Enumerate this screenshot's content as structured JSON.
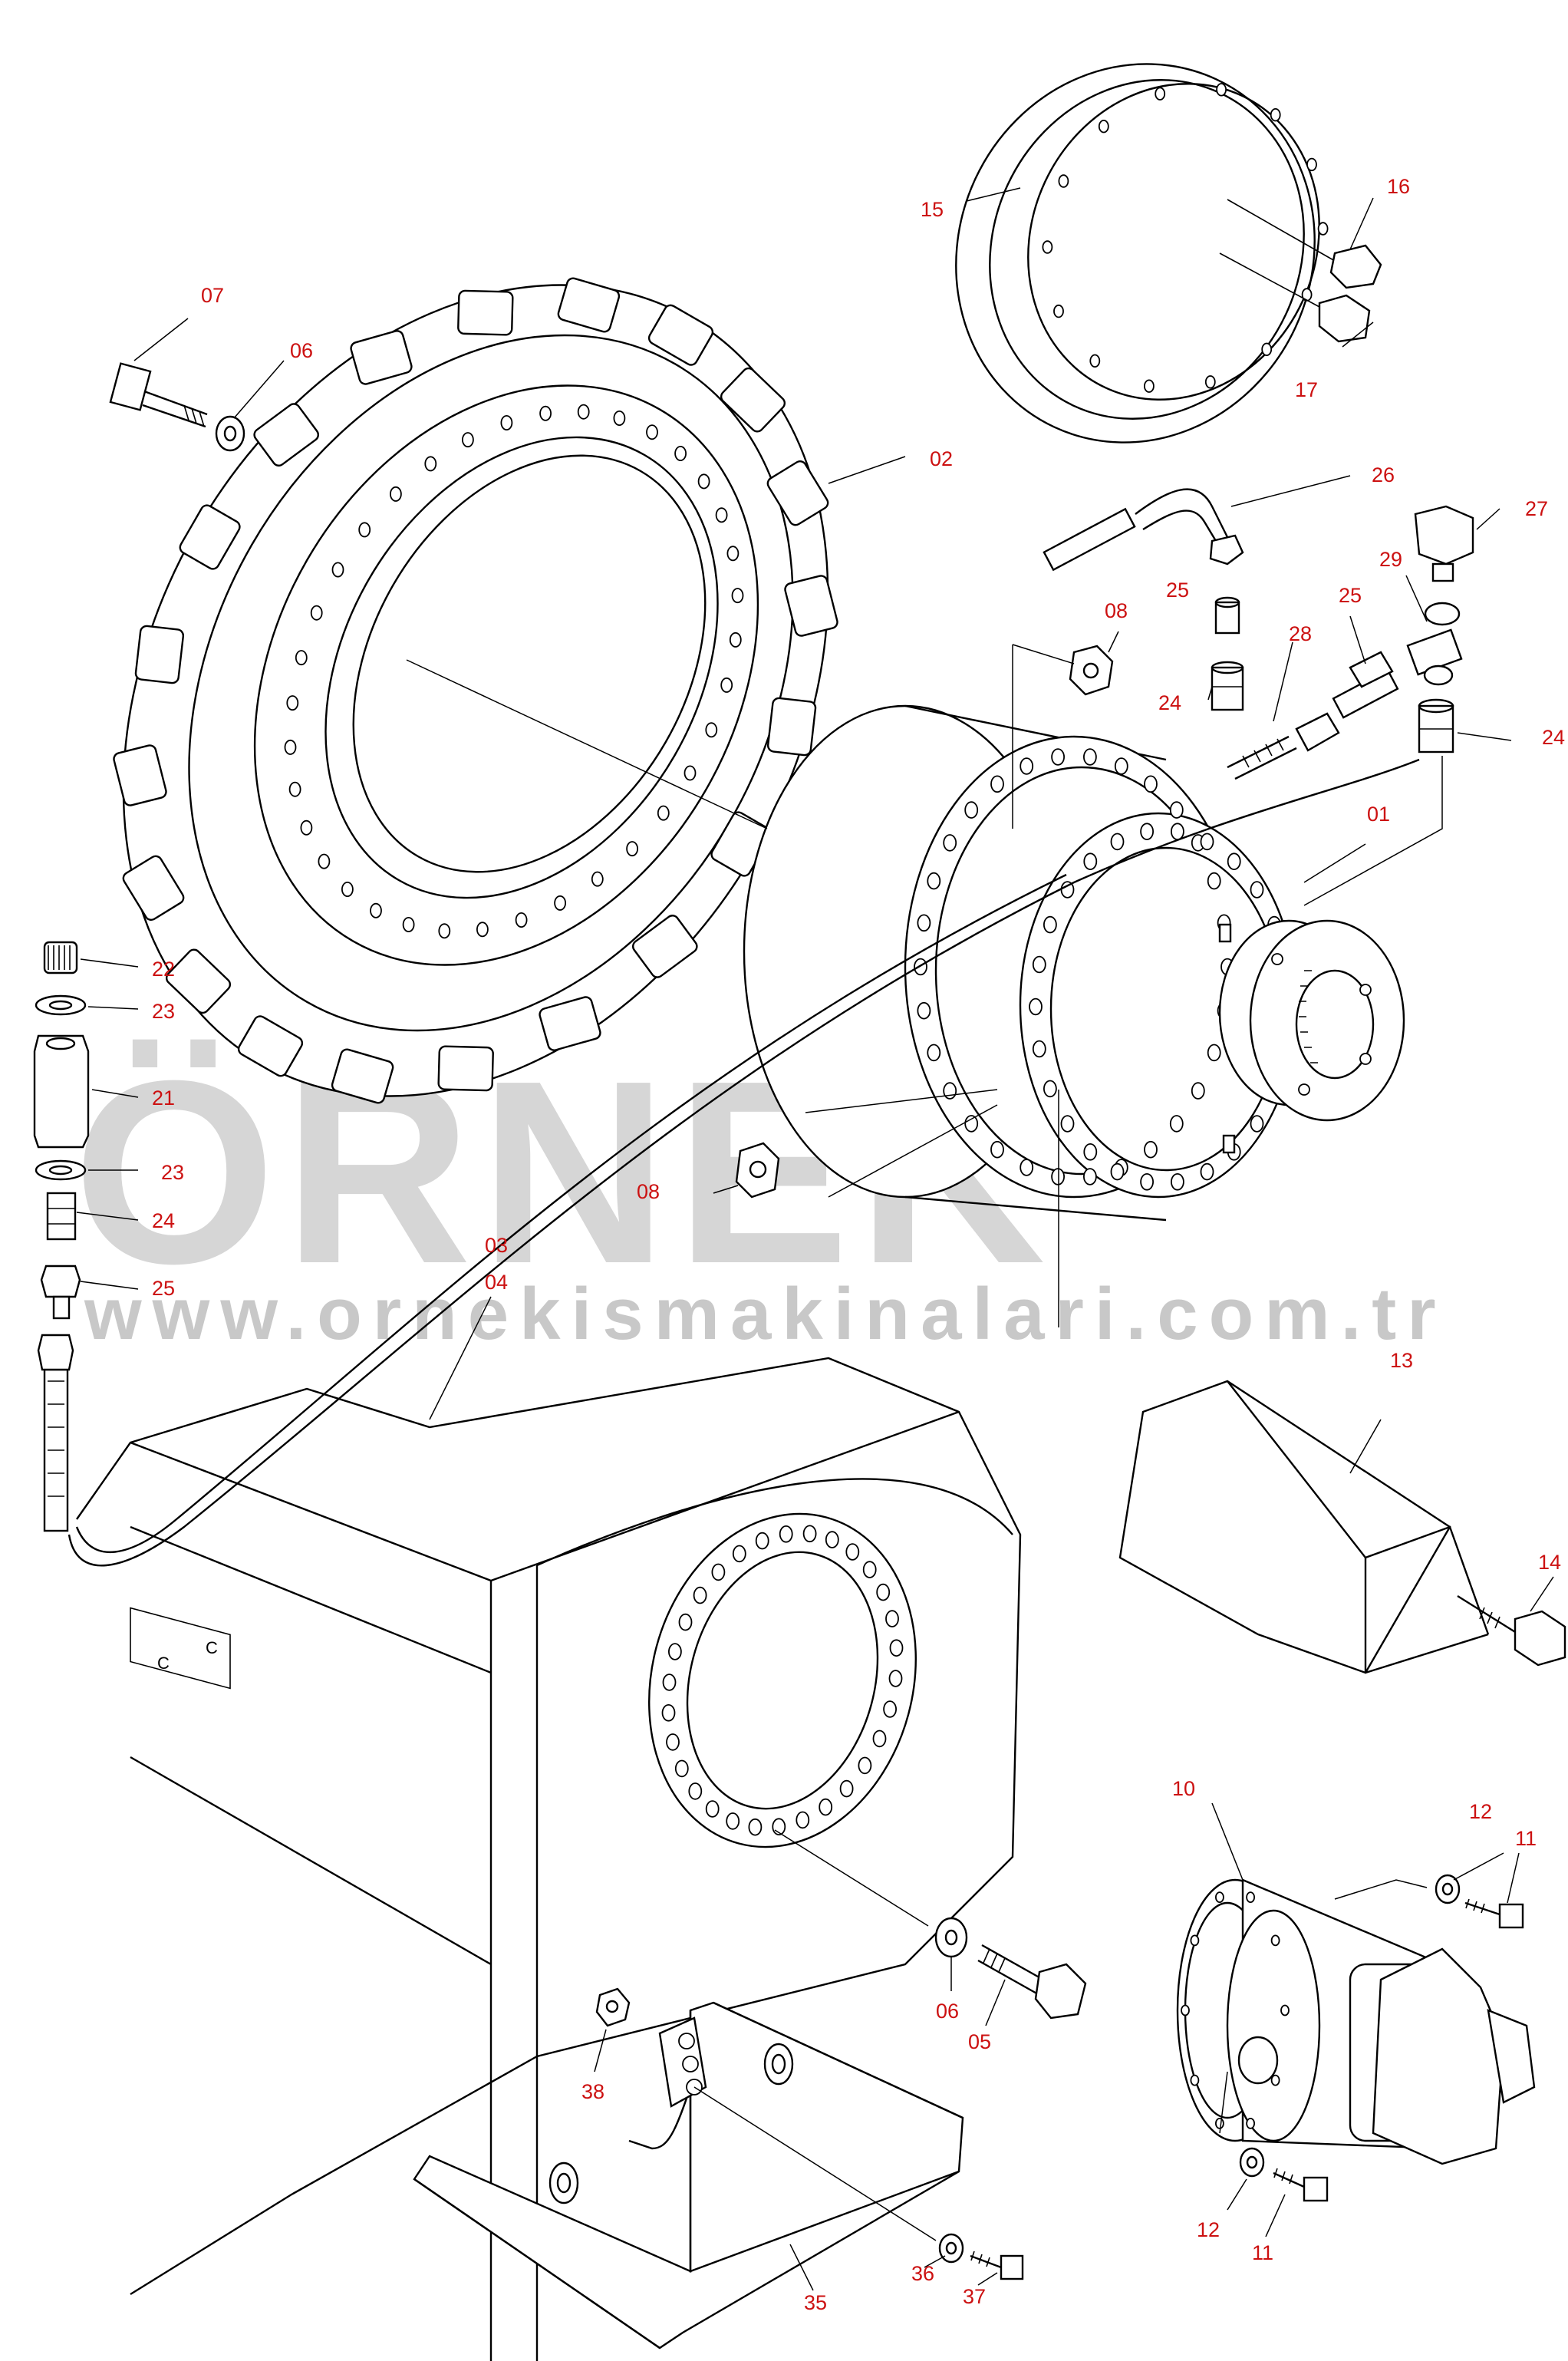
{
  "watermark": {
    "brand": "ÖRNEK",
    "url": "www.ornekismakinalari.com.tr",
    "accent_color": "#f5d77a",
    "text_color": "#d0d0d0"
  },
  "callout_color": "#cc1111",
  "callouts": [
    {
      "id": "01",
      "label": "01"
    },
    {
      "id": "02",
      "label": "02"
    },
    {
      "id": "03",
      "label": "03"
    },
    {
      "id": "04",
      "label": "04"
    },
    {
      "id": "05",
      "label": "05"
    },
    {
      "id": "06a",
      "label": "06"
    },
    {
      "id": "06b",
      "label": "06"
    },
    {
      "id": "07",
      "label": "07"
    },
    {
      "id": "08a",
      "label": "08"
    },
    {
      "id": "08b",
      "label": "08"
    },
    {
      "id": "10",
      "label": "10"
    },
    {
      "id": "11a",
      "label": "11"
    },
    {
      "id": "11b",
      "label": "11"
    },
    {
      "id": "12a",
      "label": "12"
    },
    {
      "id": "12b",
      "label": "12"
    },
    {
      "id": "13",
      "label": "13"
    },
    {
      "id": "14",
      "label": "14"
    },
    {
      "id": "15",
      "label": "15"
    },
    {
      "id": "16",
      "label": "16"
    },
    {
      "id": "17",
      "label": "17"
    },
    {
      "id": "21",
      "label": "21"
    },
    {
      "id": "22",
      "label": "22"
    },
    {
      "id": "23a",
      "label": "23"
    },
    {
      "id": "23b",
      "label": "23"
    },
    {
      "id": "24a",
      "label": "24"
    },
    {
      "id": "24b",
      "label": "24"
    },
    {
      "id": "24c",
      "label": "24"
    },
    {
      "id": "25a",
      "label": "25"
    },
    {
      "id": "25b",
      "label": "25"
    },
    {
      "id": "25c",
      "label": "25"
    },
    {
      "id": "26",
      "label": "26"
    },
    {
      "id": "27",
      "label": "27"
    },
    {
      "id": "28",
      "label": "28"
    },
    {
      "id": "29",
      "label": "29"
    },
    {
      "id": "35",
      "label": "35"
    },
    {
      "id": "36",
      "label": "36"
    },
    {
      "id": "37",
      "label": "37"
    },
    {
      "id": "38",
      "label": "38"
    }
  ],
  "frame_marks": {
    "left": "C",
    "right": "C"
  }
}
